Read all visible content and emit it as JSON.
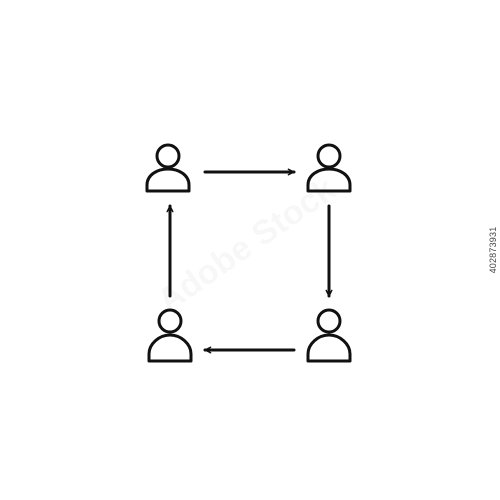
{
  "icon": {
    "name": "team-workflow-cycle-icon",
    "stroke_color": "#111111",
    "background": "#ffffff"
  },
  "nodes": [
    {
      "name": "person-top-left-icon"
    },
    {
      "name": "person-top-right-icon"
    },
    {
      "name": "person-bottom-right-icon"
    },
    {
      "name": "person-bottom-left-icon"
    }
  ],
  "connectors": [
    {
      "name": "arrow-right-icon",
      "from": "top-left",
      "to": "top-right"
    },
    {
      "name": "arrow-down-icon",
      "from": "top-right",
      "to": "bottom-right"
    },
    {
      "name": "arrow-left-icon",
      "from": "bottom-right",
      "to": "bottom-left"
    },
    {
      "name": "arrow-up-icon",
      "from": "bottom-left",
      "to": "top-left"
    }
  ],
  "watermark": {
    "text": "Adobe Stock"
  },
  "stock_id": "402873931"
}
